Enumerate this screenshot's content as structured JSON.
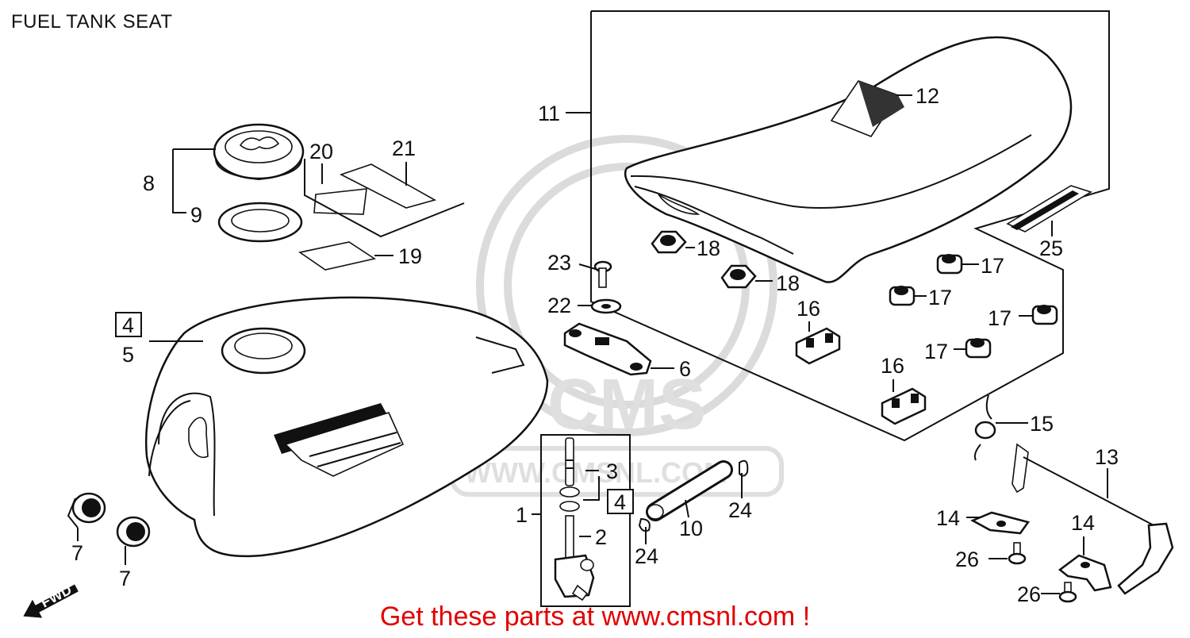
{
  "title": "FUEL TANK SEAT",
  "footer": "Get these parts at www.cmsnl.com !",
  "colors": {
    "footer": "#e10000",
    "ink": "#111111",
    "watermark": "#d8d8d8"
  },
  "watermark": {
    "logo_text": "CMS",
    "url_text": "WWW.CMSNL.COM"
  },
  "direction_label": "FWD",
  "callouts": {
    "c1": "1",
    "c2": "2",
    "c3": "3",
    "c4a": "4",
    "c4b": "4",
    "c5": "5",
    "c6": "6",
    "c7a": "7",
    "c7b": "7",
    "c8": "8",
    "c9": "9",
    "c10": "10",
    "c11": "11",
    "c12": "12",
    "c13": "13",
    "c14a": "14",
    "c14b": "14",
    "c15": "15",
    "c16a": "16",
    "c16b": "16",
    "c17a": "17",
    "c17b": "17",
    "c17c": "17",
    "c17d": "17",
    "c18a": "18",
    "c18b": "18",
    "c19": "19",
    "c20": "20",
    "c21": "21",
    "c22": "22",
    "c23": "23",
    "c24a": "24",
    "c24b": "24",
    "c25": "25",
    "c26a": "26",
    "c26b": "26"
  }
}
